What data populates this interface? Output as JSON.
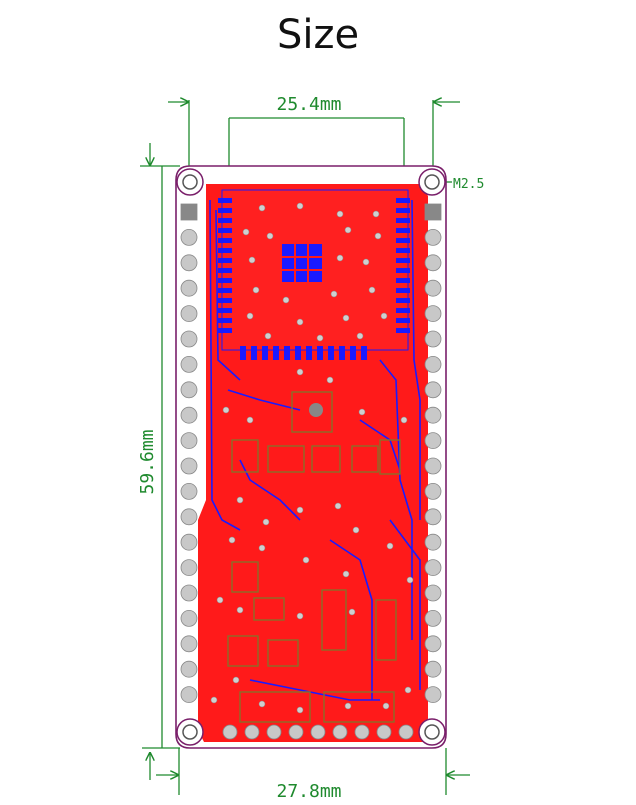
{
  "title": "Size",
  "dimensions": {
    "top_width": "25.4mm",
    "height": "59.6mm",
    "bottom_width": "27.8mm",
    "hole": "M2.5"
  },
  "colors": {
    "dimension_line": "#1f8a2e",
    "board_outline": "#7a1f6a",
    "copper_top": "#ff1a1a",
    "copper_bottom": "#1a1aff",
    "pad": "#c8c8c8"
  }
}
